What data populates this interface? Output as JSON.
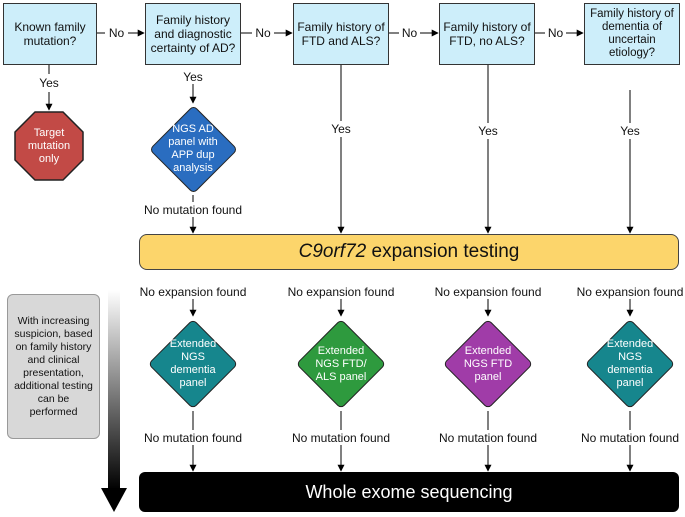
{
  "questions": [
    {
      "id": "q1",
      "label": "Known family\nmutation?"
    },
    {
      "id": "q2",
      "label": "Family history\nand diagnostic\ncertainty of AD?"
    },
    {
      "id": "q3",
      "label": "Family history of\nFTD and ALS?"
    },
    {
      "id": "q4",
      "label": "Family history of\nFTD, no ALS?"
    },
    {
      "id": "q5",
      "label": "Family history of\ndementia of\nuncertain\netiology?"
    }
  ],
  "edge_labels": {
    "no": "No",
    "yes": "Yes",
    "no_mutation_found": "No mutation found",
    "no_expansion_found": "No expansion found"
  },
  "target_mutation": "Target\nmutation\nonly",
  "ngs_ad_panel": "NGS AD\npanel with\nAPP dup\nanalysis",
  "c9orf72": {
    "gene": "C9orf72",
    "rest": " expansion testing"
  },
  "panels": [
    {
      "id": "p1",
      "label": "Extended\nNGS\ndementia\npanel",
      "color": "#16868d"
    },
    {
      "id": "p2",
      "label": "Extended\nNGS FTD/\nALS panel",
      "color": "#2e9a3e"
    },
    {
      "id": "p3",
      "label": "Extended\nNGS FTD\npanel",
      "color": "#a03ca8"
    },
    {
      "id": "p4",
      "label": "Extended\nNGS\ndementia\npanel",
      "color": "#16868d"
    }
  ],
  "side_note": "With increasing\nsuspicion, based\non family history\nand clinical\npresentation,\nadditional testing\ncan be\nperformed",
  "whole_exome": "Whole exome sequencing",
  "colors": {
    "question_fill": "#cdeefa",
    "stop_fill": "#c24a46",
    "ngs_ad_fill": "#2a6dc0",
    "c9orf72_fill": "#fcd56b",
    "wes_fill": "#000000",
    "note_fill": "#d8d8d8"
  }
}
